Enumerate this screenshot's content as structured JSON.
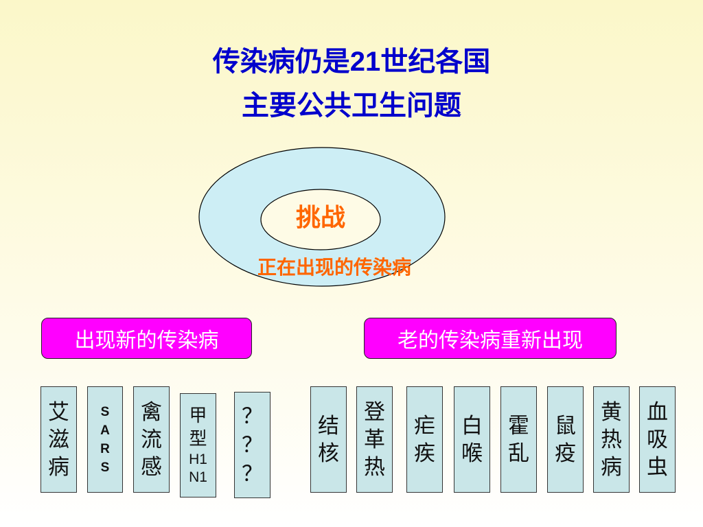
{
  "title": {
    "line1_prefix": "传染病仍是",
    "line1_number": "21",
    "line1_suffix": "世纪各国",
    "line2": "主要公共卫生问题"
  },
  "diagram": {
    "inner_label": "挑战",
    "outer_label": "正在出现的传染病",
    "colors": {
      "outer_fill": "#cdeef5",
      "inner_fill": "#fefbe6",
      "label": "#ff6600",
      "category_fill": "#ff00ff",
      "card_fill": "#c9e6e8"
    }
  },
  "categories": {
    "new": "出现新的传染病",
    "reemerging": "老的传染病重新出现"
  },
  "new_diseases": [
    {
      "text": "艾\n滋\n病"
    },
    {
      "text": "S\nA\nR\nS"
    },
    {
      "text": "禽\n流\n感"
    },
    {
      "text_cn": "甲\n型",
      "text_latin": "H1\nN1"
    },
    {
      "text": "？\n？\n？"
    }
  ],
  "reemerging_diseases": [
    {
      "text": "结\n核"
    },
    {
      "text": "登\n革\n热"
    },
    {
      "text": "疟\n疾"
    },
    {
      "text": "白\n喉"
    },
    {
      "text": "霍\n乱"
    },
    {
      "text": "鼠\n疫"
    },
    {
      "text": "黄\n热\n病"
    },
    {
      "text": "血\n吸\n虫"
    }
  ]
}
